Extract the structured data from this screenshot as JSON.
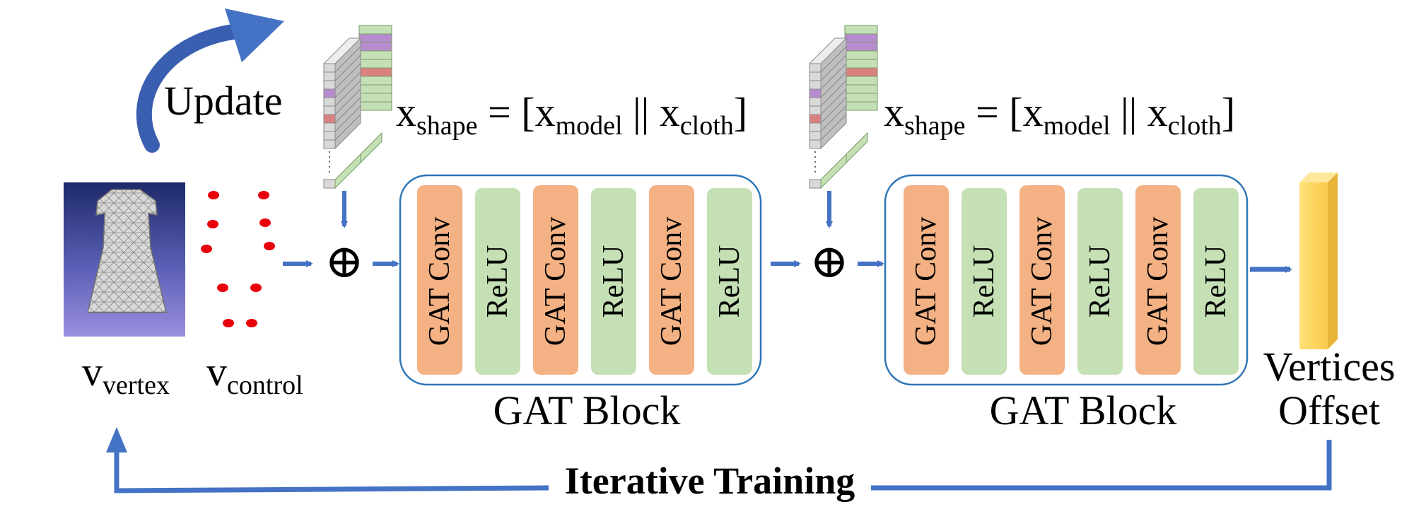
{
  "update_label": "Update",
  "formula": {
    "main": "x",
    "main_sub": "shape",
    "equals_bracket": " = [",
    "model": "x",
    "model_sub": "model",
    "sep": " || ",
    "cloth": "x",
    "cloth_sub": "cloth",
    "close": "]"
  },
  "vertex_label": {
    "main": "v",
    "sub": "vertex"
  },
  "control_label": {
    "main": "v",
    "sub": "control"
  },
  "concat_symbol": "⊕",
  "blocks": [
    {
      "title": "GAT Block",
      "layers": [
        "GAT Conv",
        "ReLU",
        "GAT Conv",
        "ReLU",
        "GAT Conv",
        "ReLU"
      ]
    },
    {
      "title": "GAT Block",
      "layers": [
        "GAT Conv",
        "ReLU",
        "GAT Conv",
        "ReLU",
        "GAT Conv",
        "ReLU"
      ]
    }
  ],
  "output_label": [
    "Vertices",
    "Offset"
  ],
  "loop_label": "Iterative Training",
  "colors": {
    "arrow": "#4472C4",
    "conv": "#F4B183",
    "relu": "#C5E0B4",
    "block_border": "#2E75B6",
    "control_points": "#E8000B",
    "output_bar": "#FFD966",
    "mesh_bg": "#7B78C8"
  }
}
